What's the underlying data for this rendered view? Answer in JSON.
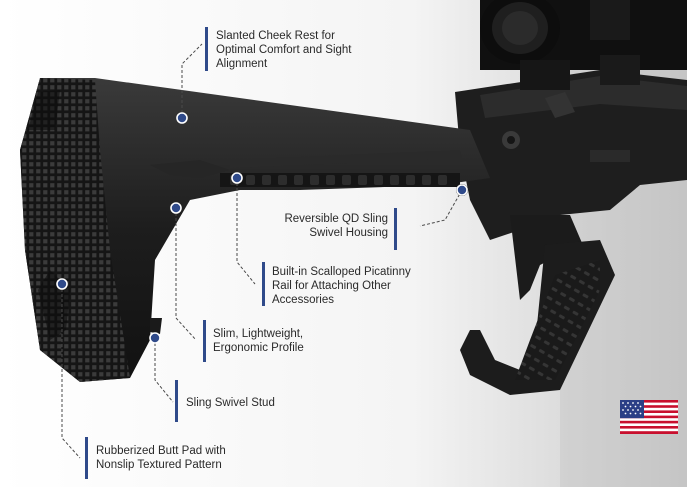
{
  "callouts": {
    "cheek_rest": "Slanted Cheek Rest for Optimal Comfort and Sight Alignment",
    "qd_sling": "Reversible QD Sling Swivel Housing",
    "picatinny": "Built-in Scalloped Picatinny Rail for Attaching Other Accessories",
    "slim_profile": "Slim, Lightweight, Ergonomic Profile",
    "swivel_stud": "Sling Swivel Stud",
    "butt_pad": "Rubberized Butt Pad with Nonslip Textured Pattern"
  },
  "colors": {
    "accent": "#2f4a8a",
    "leader": "#4a4a4a",
    "background": "#ffffff",
    "stock": "#1c1c1c"
  },
  "icons": [
    "us-flag-icon"
  ]
}
